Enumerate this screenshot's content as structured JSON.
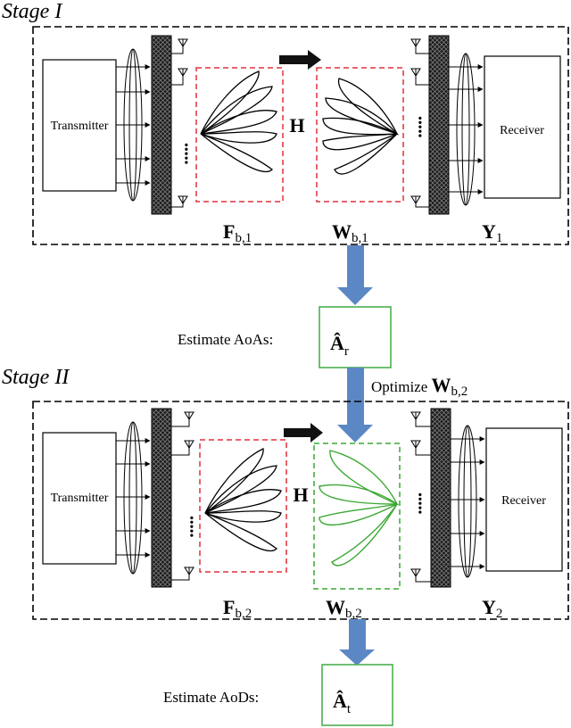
{
  "stage1": {
    "title": "Stage I",
    "transmitter_label": "Transmitter",
    "receiver_label": "Receiver",
    "channel_symbol": "H",
    "precoder_symbol": "F",
    "precoder_sub": "b,1",
    "combiner_symbol": "W",
    "combiner_sub": "b,1",
    "output_symbol": "Y",
    "output_sub": "1"
  },
  "estimate_aoa": {
    "label": "Estimate AoAs:",
    "symbol": "Â",
    "sub": "r"
  },
  "optimize": {
    "label": "Optimize ",
    "symbol": "W",
    "sub": "b,2"
  },
  "stage2": {
    "title": "Stage II",
    "transmitter_label": "Transmitter",
    "receiver_label": "Receiver",
    "channel_symbol": "H",
    "precoder_symbol": "F",
    "precoder_sub": "b,2",
    "combiner_symbol": "W",
    "combiner_sub": "b,2",
    "output_symbol": "Y",
    "output_sub": "2"
  },
  "estimate_aod": {
    "label": "Estimate AoDs:",
    "symbol": "Â",
    "sub": "t"
  },
  "colors": {
    "precoder_box": "#e0303a",
    "combiner_box_stage1": "#e0303a",
    "combiner_box_stage2": "#3aa832",
    "beam_stage2": "#3aa832",
    "flow_arrow": "#5b87c5",
    "estimate_box": "#4caf50"
  }
}
